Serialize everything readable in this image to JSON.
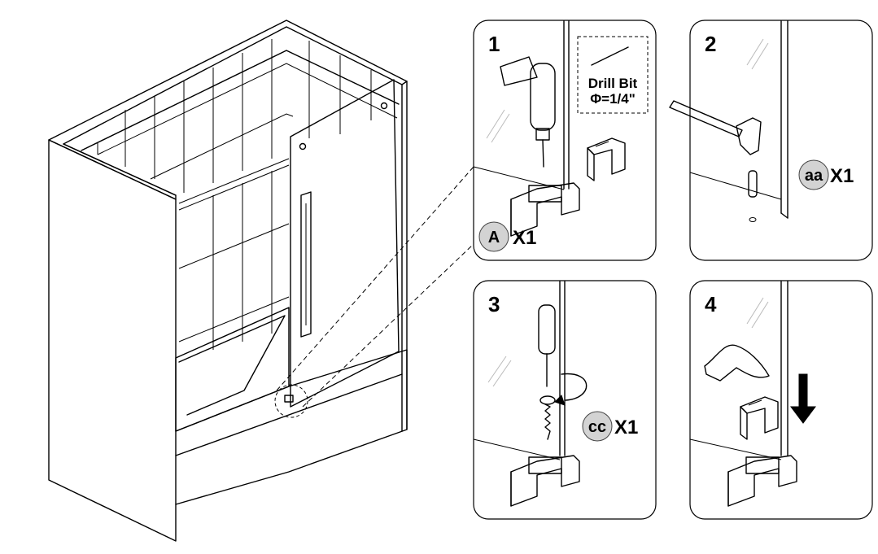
{
  "steps": [
    {
      "number": "1",
      "part_label": "A",
      "quantity": "X1"
    },
    {
      "number": "2",
      "part_label": "aa",
      "quantity": "X1"
    },
    {
      "number": "3",
      "part_label": "cc",
      "quantity": "X1"
    },
    {
      "number": "4"
    }
  ],
  "drill_bit": {
    "line1": "Drill Bit",
    "line2": "Φ=1/4\""
  }
}
